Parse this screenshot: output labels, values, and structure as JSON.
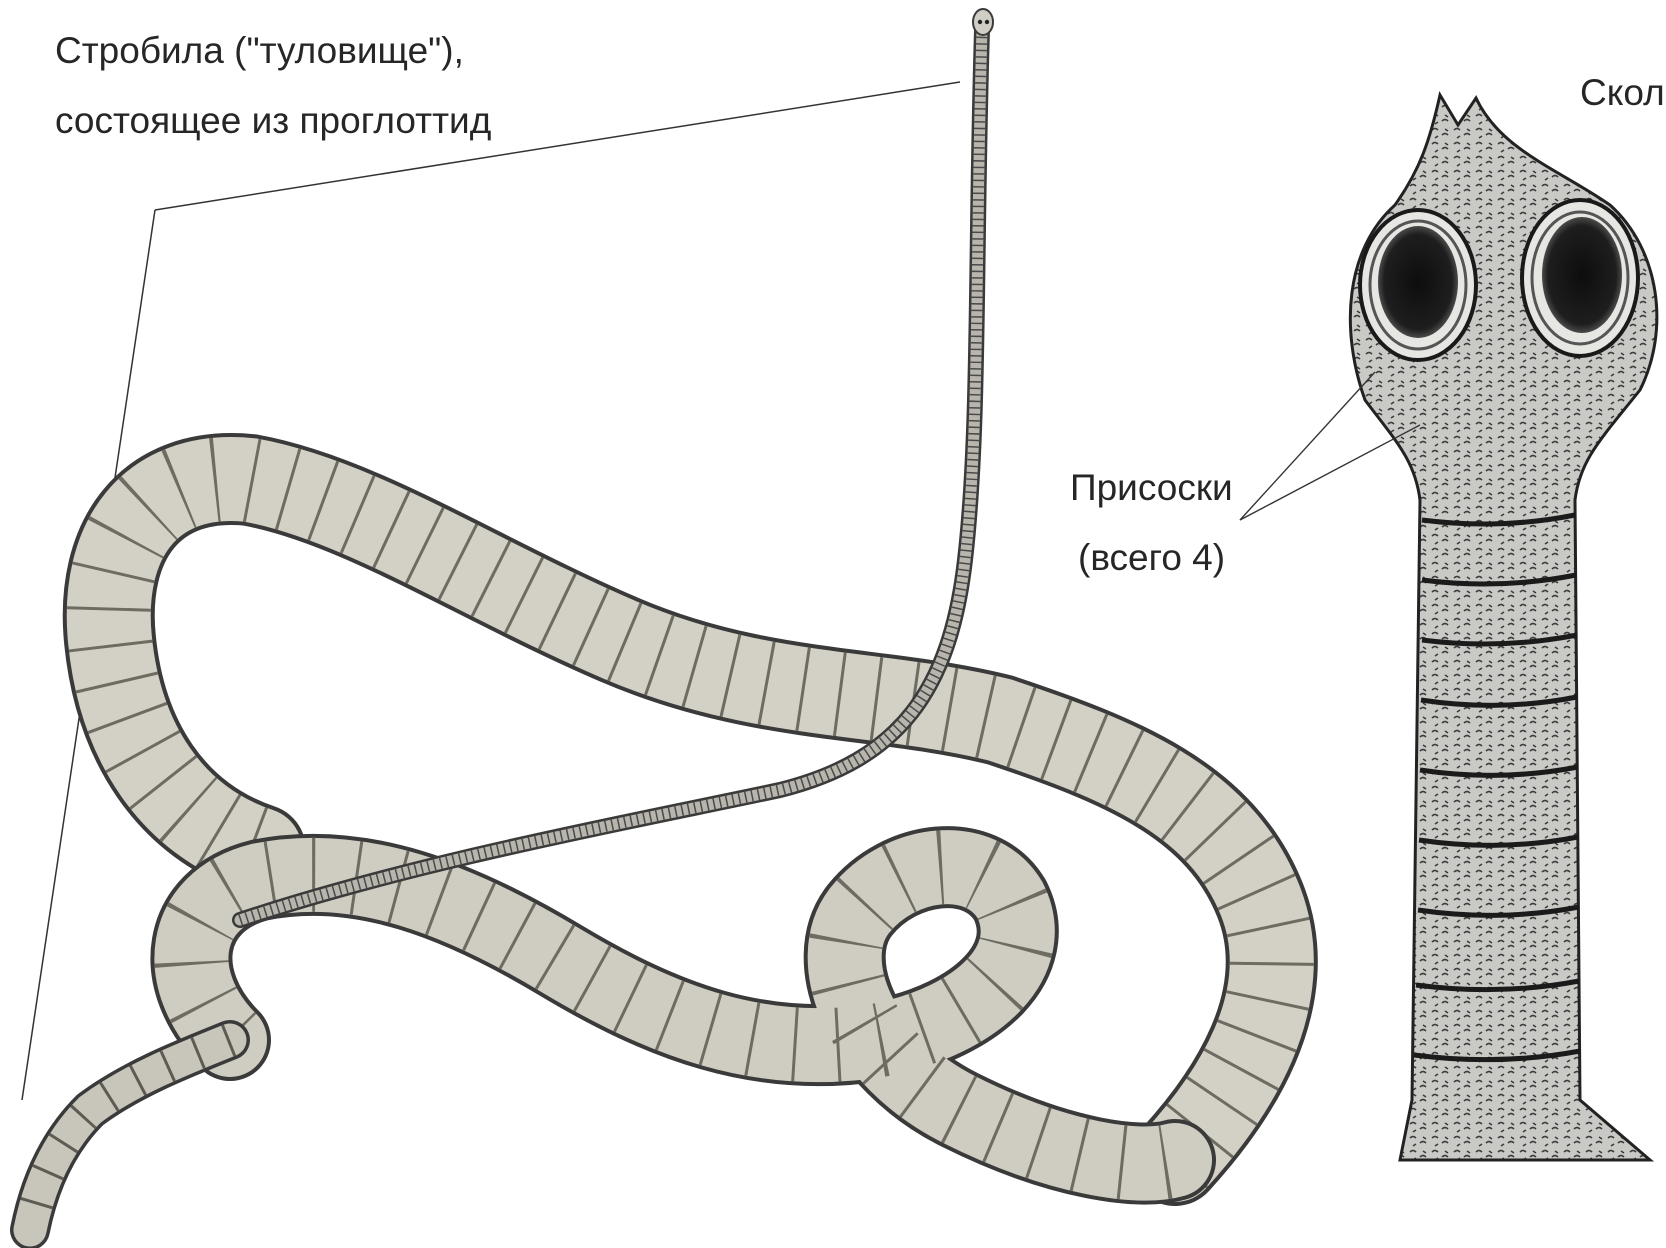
{
  "labels": {
    "strobila_line1": "Стробила (\"туловище\"),",
    "strobila_line2": "состоящее из проглоттид",
    "scolex": "Скол",
    "suckers_line1": "Присоски",
    "suckers_line2": "(всего 4)"
  },
  "colors": {
    "segment_fill": "#d3d0c6",
    "segment_shade": "#b5b2a8",
    "outline": "#3a3a3a",
    "sucker_dark": "#141414",
    "scolex_texture": "#5a5a5a",
    "leader_line": "#333333"
  }
}
